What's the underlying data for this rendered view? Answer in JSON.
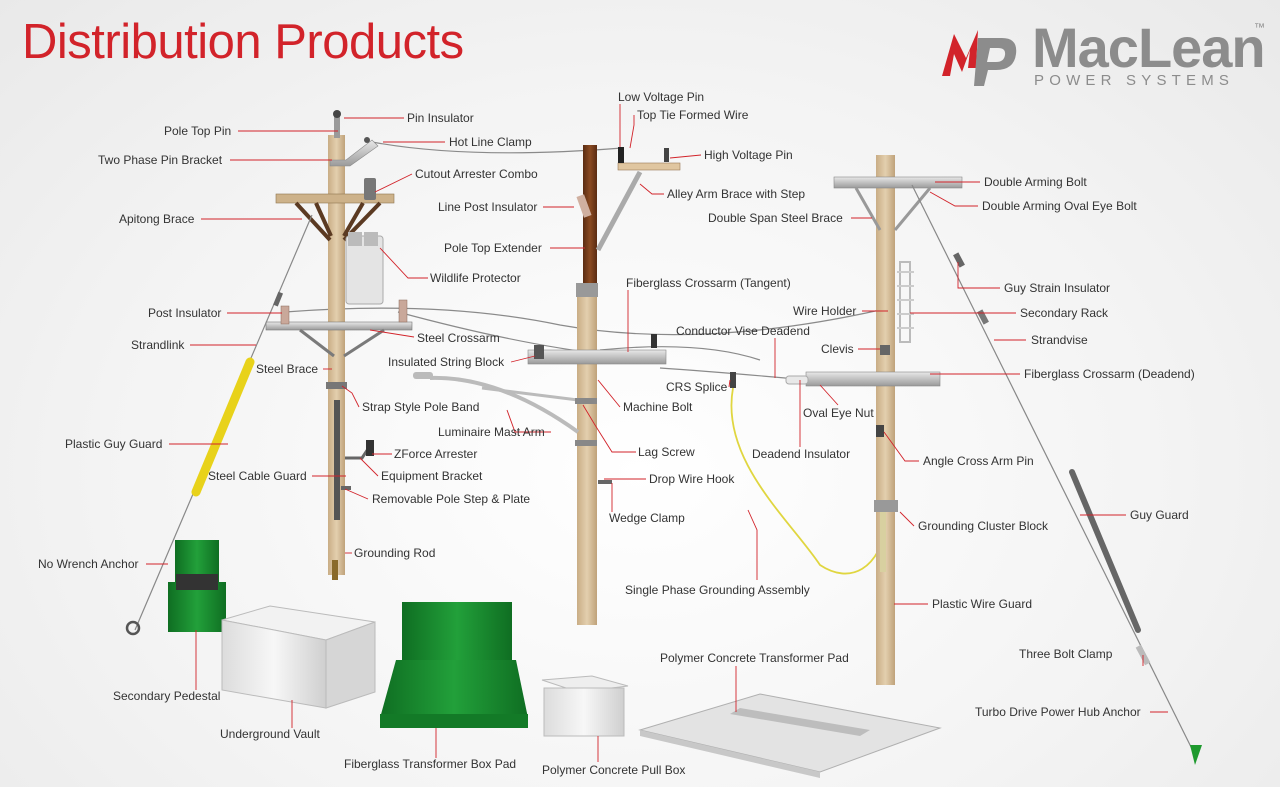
{
  "title": "Distribution Products",
  "brand": {
    "name": "MacLean",
    "tagline": "POWER SYSTEMS",
    "trademark": "™",
    "mark_colors": {
      "red": "#d2232a",
      "gray": "#8c8c8c"
    }
  },
  "colors": {
    "title": "#d2232a",
    "leader": "#d2232a",
    "label": "#333333",
    "wood": "#d9c3a0",
    "equipment_green": "#1f8a2e",
    "guard_yellow": "#e8d21a"
  },
  "labels": {
    "pin_insulator": "Pin Insulator",
    "pole_top_pin": "Pole Top Pin",
    "hot_line_clamp": "Hot Line Clamp",
    "two_phase_pin_bracket": "Two Phase Pin Bracket",
    "cutout_arrester_combo": "Cutout Arrester Combo",
    "apitong_brace": "Apitong Brace",
    "wildlife_protector": "Wildlife Protector",
    "post_insulator": "Post Insulator",
    "steel_crossarm": "Steel Crossarm",
    "strandlink": "Strandlink",
    "steel_brace": "Steel Brace",
    "strap_style_pole_band": "Strap Style Pole Band",
    "plastic_guy_guard": "Plastic Guy Guard",
    "zforce_arrester": "ZForce Arrester",
    "steel_cable_guard": "Steel Cable Guard",
    "equipment_bracket": "Equipment Bracket",
    "removable_pole_step_plate": "Removable Pole Step & Plate",
    "grounding_rod": "Grounding Rod",
    "no_wrench_anchor": "No Wrench Anchor",
    "low_voltage_pin": "Low Voltage Pin",
    "top_tie_formed_wire": "Top Tie Formed Wire",
    "high_voltage_pin": "High Voltage Pin",
    "alley_arm_brace_with_step": "Alley Arm Brace with Step",
    "line_post_insulator": "Line Post Insulator",
    "pole_top_extender": "Pole Top Extender",
    "fiberglass_crossarm_tangent": "Fiberglass Crossarm (Tangent)",
    "conductor_vise_deadend": "Conductor Vise Deadend",
    "insulated_string_block": "Insulated String Block",
    "crs_splice": "CRS Splice",
    "machine_bolt": "Machine Bolt",
    "luminaire_mast_arm": "Luminaire Mast Arm",
    "lag_screw": "Lag Screw",
    "drop_wire_hook": "Drop Wire Hook",
    "wedge_clamp": "Wedge Clamp",
    "single_phase_grounding_assembly": "Single Phase Grounding Assembly",
    "deadend_insulator": "Deadend Insulator",
    "oval_eye_nut": "Oval Eye Nut",
    "double_arming_bolt": "Double Arming Bolt",
    "double_arming_oval_eye_bolt": "Double Arming Oval Eye Bolt",
    "double_span_steel_brace": "Double Span Steel Brace",
    "guy_strain_insulator": "Guy Strain Insulator",
    "wire_holder": "Wire Holder",
    "secondary_rack": "Secondary Rack",
    "strandvise": "Strandvise",
    "clevis": "Clevis",
    "fiberglass_crossarm_deadend": "Fiberglass Crossarm (Deadend)",
    "angle_cross_arm_pin": "Angle Cross Arm Pin",
    "grounding_cluster_block": "Grounding Cluster Block",
    "guy_guard": "Guy Guard",
    "plastic_wire_guard": "Plastic Wire Guard",
    "three_bolt_clamp": "Three Bolt Clamp",
    "turbo_drive_power_hub_anchor": "Turbo Drive Power Hub Anchor",
    "secondary_pedestal": "Secondary Pedestal",
    "underground_vault": "Underground Vault",
    "fiberglass_transformer_box_pad": "Fiberglass Transformer Box Pad",
    "polymer_concrete_pull_box": "Polymer Concrete Pull Box",
    "polymer_concrete_transformer_pad": "Polymer Concrete Transformer Pad"
  }
}
